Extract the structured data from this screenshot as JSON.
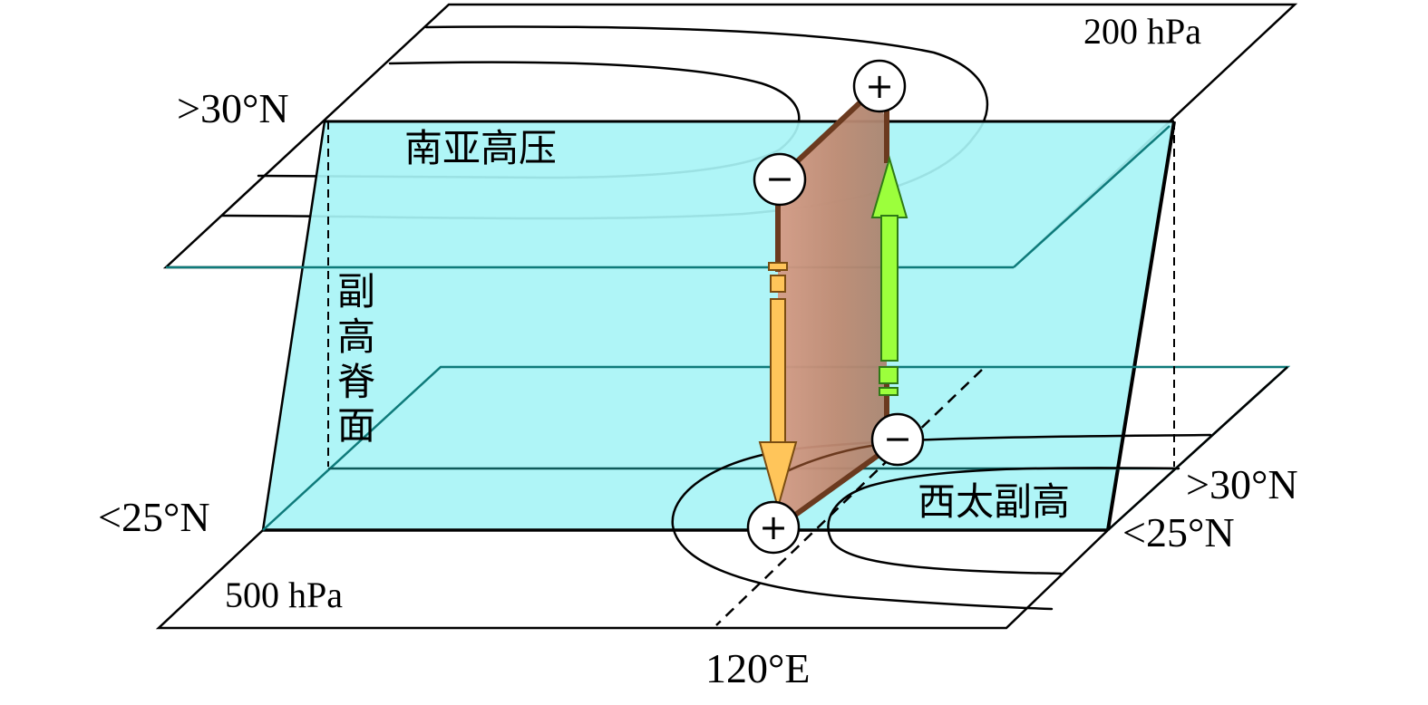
{
  "labels": {
    "top_level": "200 hPa",
    "bottom_level": "500 hPa",
    "lat_top_left": ">30°N",
    "lat_bottom_left": "<25°N",
    "lat_right_upper": ">30°N",
    "lat_right_lower": "<25°N",
    "longitude": "120°E",
    "south_asia_high": "南亚高压",
    "subtropical_high": "西太副高",
    "ridge_surface": [
      "副",
      "高",
      "脊",
      "面"
    ]
  },
  "signs": {
    "top_plus": "+",
    "upper_minus": "−",
    "lower_minus": "−",
    "bottom_plus": "+"
  },
  "colors": {
    "ridge_plane": "#a8f4f6",
    "circulation_cell": "#b5816a",
    "cell_edge": "#6b3a1f",
    "descending_arrow": "#ffc55a",
    "ascending_arrow": "#9cff3c"
  }
}
